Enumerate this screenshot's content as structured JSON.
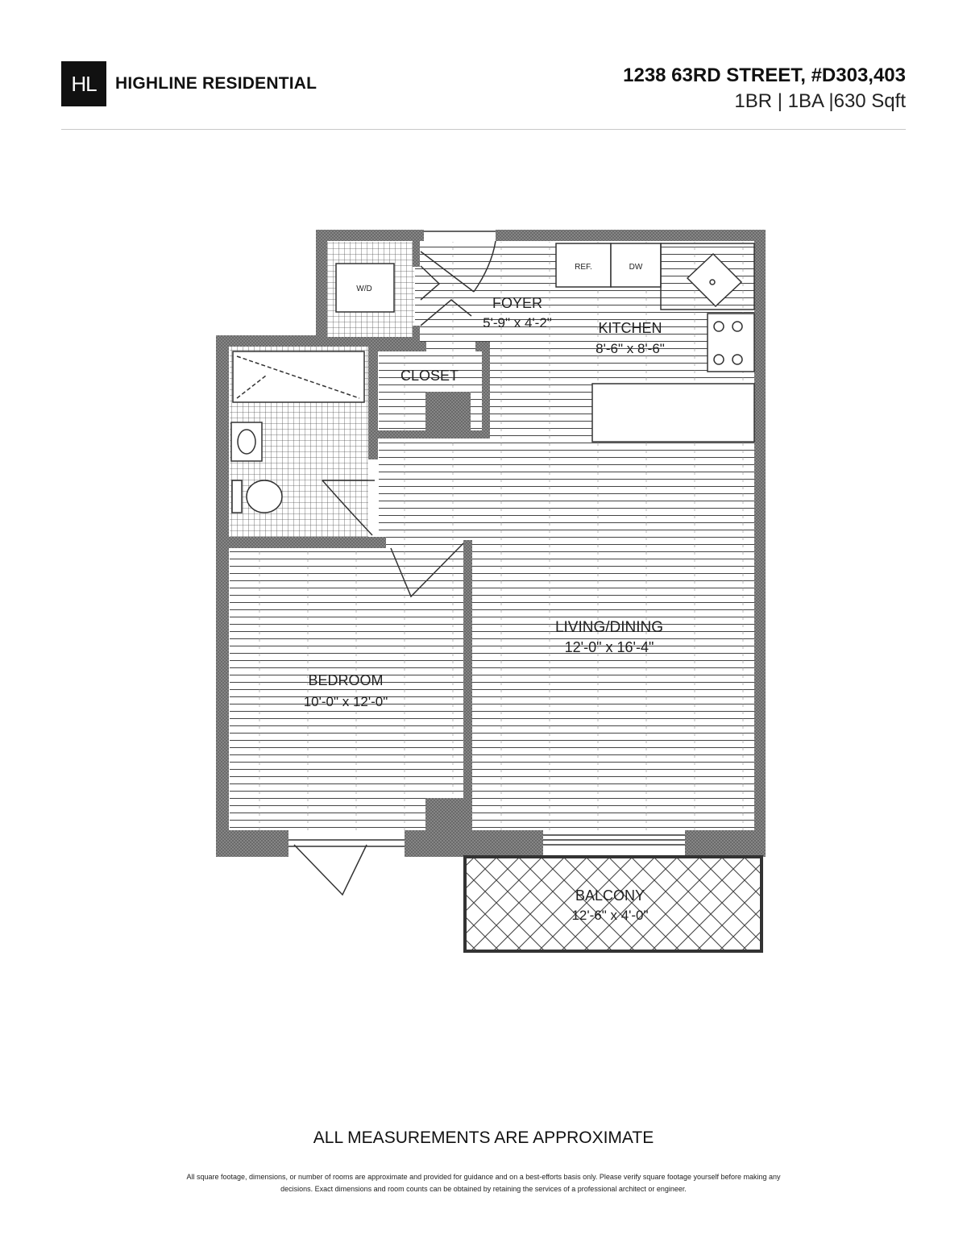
{
  "header": {
    "logo_text": "HL",
    "brand_name": "HIGHLINE RESIDENTIAL",
    "address": "1238 63RD STREET, #D303,403",
    "unit_summary": "1BR | 1BA |630 Sqft"
  },
  "floorplan": {
    "labels": {
      "wd": "W/D",
      "ref": "REF.",
      "dw": "DW",
      "foyer_name": "FOYER",
      "foyer_dims": "5'-9\" x 4'-2\"",
      "kitchen_name": "KITCHEN",
      "kitchen_dims": "8'-6\" x 8'-6\"",
      "closet": "CLOSET",
      "living_name": "LIVING/DINING",
      "living_dims": "12'-0\" x 16'-4\"",
      "bedroom_name": "BEDROOM",
      "bedroom_dims": "10'-0\" x 12'-0\"",
      "balcony_name": "BALCONY",
      "balcony_dims": "12'-6\" x 4'-0\""
    }
  },
  "footer": {
    "approx_note": "ALL MEASUREMENTS ARE APPROXIMATE",
    "disclaimer_line1": "All square footage, dimensions, or number of rooms are approximate and provided for guidance and on a best-efforts basis only. Please verify square footage yourself before making any",
    "disclaimer_line2": "decisions. Exact dimensions and room counts can be obtained by retaining the services of a professional architect or engineer."
  },
  "colors": {
    "wall": "#5a5a5a",
    "text": "#111111"
  }
}
